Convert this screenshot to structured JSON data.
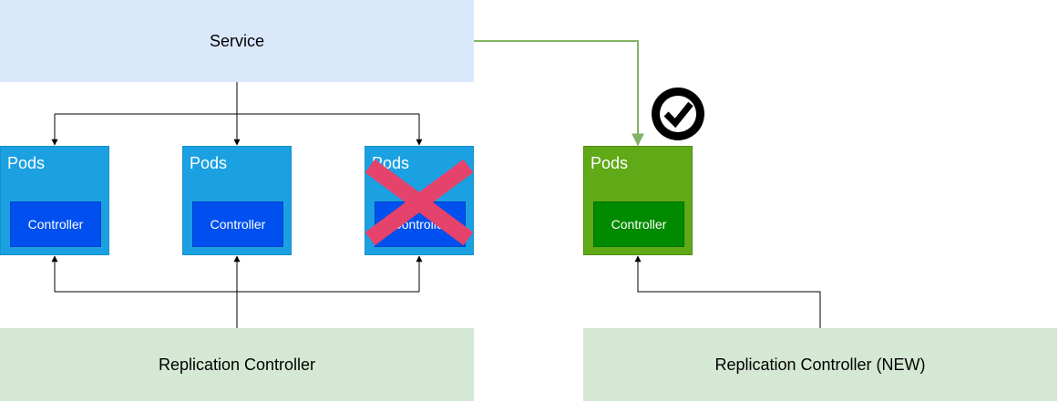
{
  "service": {
    "label": "Service"
  },
  "pods": [
    {
      "label": "Pods",
      "controller": "Controller",
      "state": "running"
    },
    {
      "label": "Pods",
      "controller": "Controller",
      "state": "running"
    },
    {
      "label": "Pods",
      "controller": "Controller",
      "state": "failed"
    }
  ],
  "new_pod": {
    "label": "Pods",
    "controller": "Controller",
    "state": "healthy"
  },
  "replication_controller": {
    "label": "Replication Controller"
  },
  "replication_controller_new": {
    "label": "Replication Controller (NEW)"
  },
  "icons": {
    "failed": "cross-icon",
    "healthy": "check-circle-icon"
  },
  "colors": {
    "service_fill": "#dae8fc",
    "rc_fill": "#d5e8d4",
    "pod_blue": "#1ba1e2",
    "controller_blue": "#0050ef",
    "pod_green": "#60a917",
    "controller_green": "#008a00",
    "edge_green": "#82b366",
    "cross_red": "#e5436b"
  }
}
